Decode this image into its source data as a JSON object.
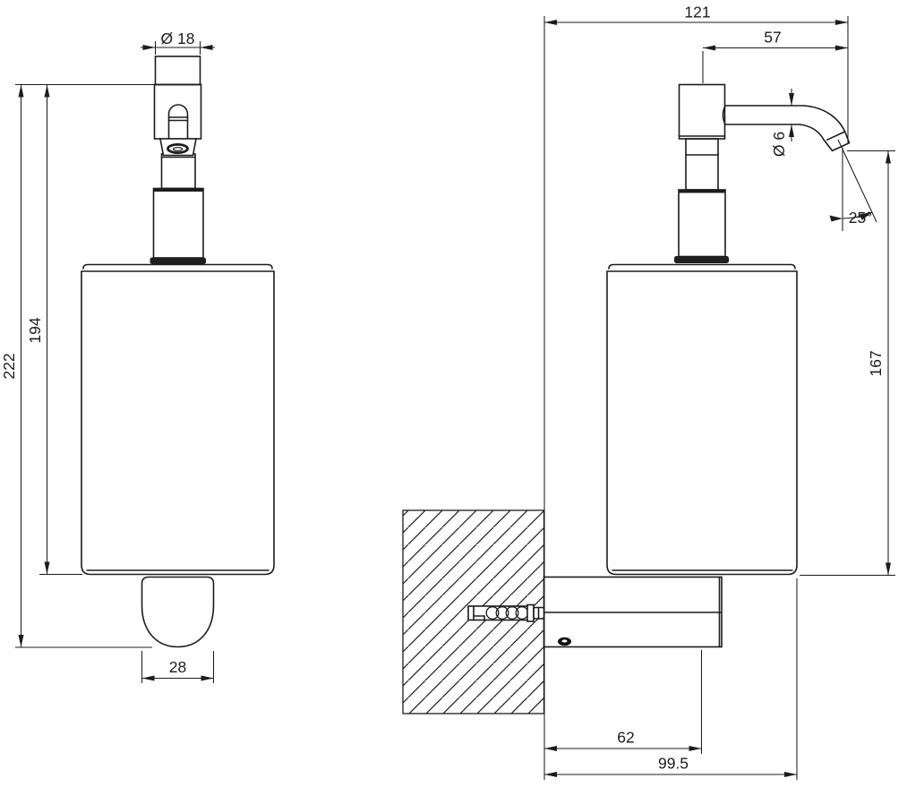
{
  "drawing": {
    "type": "technical-dimension-drawing",
    "subject": "wall-mounted soap dispenser, front and side orthographic views",
    "line_color": "#1c1c1c",
    "background_color": "#ffffff",
    "front_view": {
      "dim_head_diameter": "Ø 18",
      "dim_total_height": "222",
      "dim_body_height": "194",
      "dim_bracket_width": "28"
    },
    "side_view": {
      "dim_total_depth": "121",
      "dim_spout_reach": "57",
      "dim_spout_diameter": "Ø 6",
      "dim_spout_angle": "25°",
      "dim_spout_to_body_bottom": "167",
      "dim_wall_to_axis": "62",
      "dim_wall_to_body_front": "99.5"
    }
  }
}
